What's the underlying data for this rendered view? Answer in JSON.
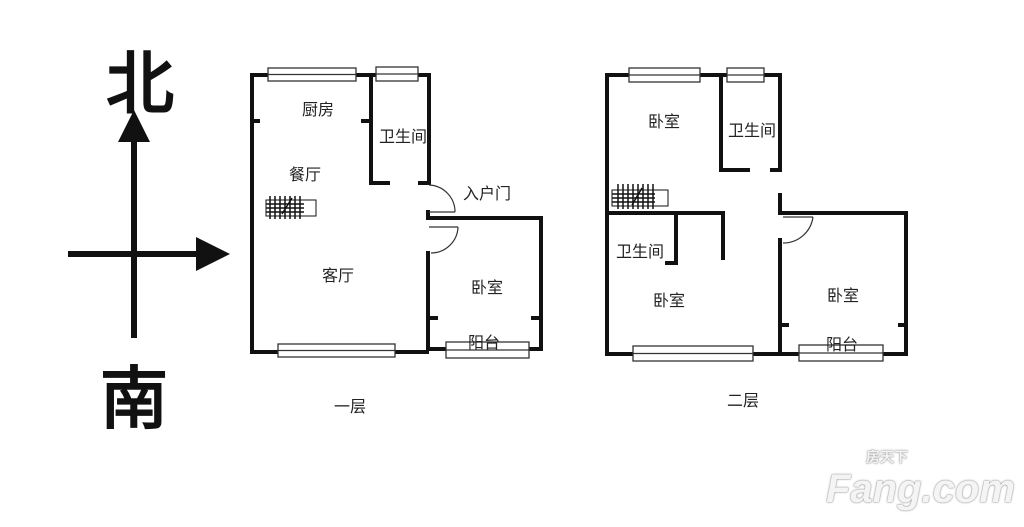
{
  "compass": {
    "north": "北",
    "south": "南"
  },
  "floor1": {
    "title": "一层",
    "rooms": {
      "kitchen": "厨房",
      "bathroom": "卫生间",
      "dining": "餐厅",
      "entry_door": "入户门",
      "living": "客厅",
      "bedroom": "卧室",
      "balcony": "阳台"
    }
  },
  "floor2": {
    "title": "二层",
    "rooms": {
      "bedroom_north": "卧室",
      "bathroom_north": "卫生间",
      "bathroom_south": "卫生间",
      "bedroom_southwest": "卧室",
      "bedroom_southeast": "卧室",
      "balcony": "阳台"
    }
  },
  "watermark": {
    "brand": "Fang.com",
    "brand_cn": "房天下"
  }
}
